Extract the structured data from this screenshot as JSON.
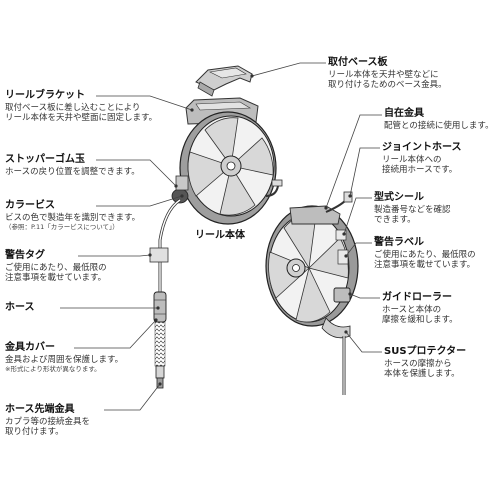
{
  "diagram": {
    "center_title": "リール本体",
    "callouts": [
      {
        "id": "base-plate",
        "title": "取付ベース板",
        "lines": [
          "リール本体を天井や壁などに",
          "取り付けるためのベース金具。"
        ]
      },
      {
        "id": "reel-bracket",
        "title": "リールブラケット",
        "lines": [
          "取付ベース板に差し込むことにより",
          "リール本体を天井や壁面に固定します。"
        ]
      },
      {
        "id": "swivel",
        "title": "自在金具",
        "lines": [
          "配管との接続に使用します。"
        ]
      },
      {
        "id": "stopper",
        "title": "ストッパーゴム玉",
        "lines": [
          "ホースの戻り位置を調整できます。"
        ]
      },
      {
        "id": "joint-hose",
        "title": "ジョイントホース",
        "lines": [
          "リール本体への",
          "接続用ホースです。"
        ]
      },
      {
        "id": "color-screw",
        "title": "カラービス",
        "lines": [
          "ビスの色で製造年を識別できます。"
        ],
        "note": "（参照：P.11「カラービスについて」）"
      },
      {
        "id": "model-seal",
        "title": "型式シール",
        "lines": [
          "製造番号などを確認",
          "できます。"
        ]
      },
      {
        "id": "warning-tag",
        "title": "警告タグ",
        "lines": [
          "ご使用にあたり、最低限の",
          "注意事項を載せています。"
        ]
      },
      {
        "id": "warning-label",
        "title": "警告ラベル",
        "lines": [
          "ご使用にあたり、最低限の",
          "注意事項を載せています。"
        ]
      },
      {
        "id": "hose",
        "title": "ホース",
        "lines": []
      },
      {
        "id": "guide-roller",
        "title": "ガイドローラー",
        "lines": [
          "ホースと本体の",
          "摩擦を緩和します。"
        ]
      },
      {
        "id": "fitting-cover",
        "title": "金具カバー",
        "lines": [
          "金具および周囲を保護します。"
        ],
        "note": "※形式により形状が異なります。"
      },
      {
        "id": "sus-protector",
        "title": "SUSプロテクター",
        "lines": [
          "ホースの摩擦から",
          "本体を保護します。"
        ]
      },
      {
        "id": "hose-end",
        "title": "ホース先端金具",
        "lines": [
          "カプラ等の接続金具を",
          "取り付けます。"
        ]
      }
    ]
  }
}
